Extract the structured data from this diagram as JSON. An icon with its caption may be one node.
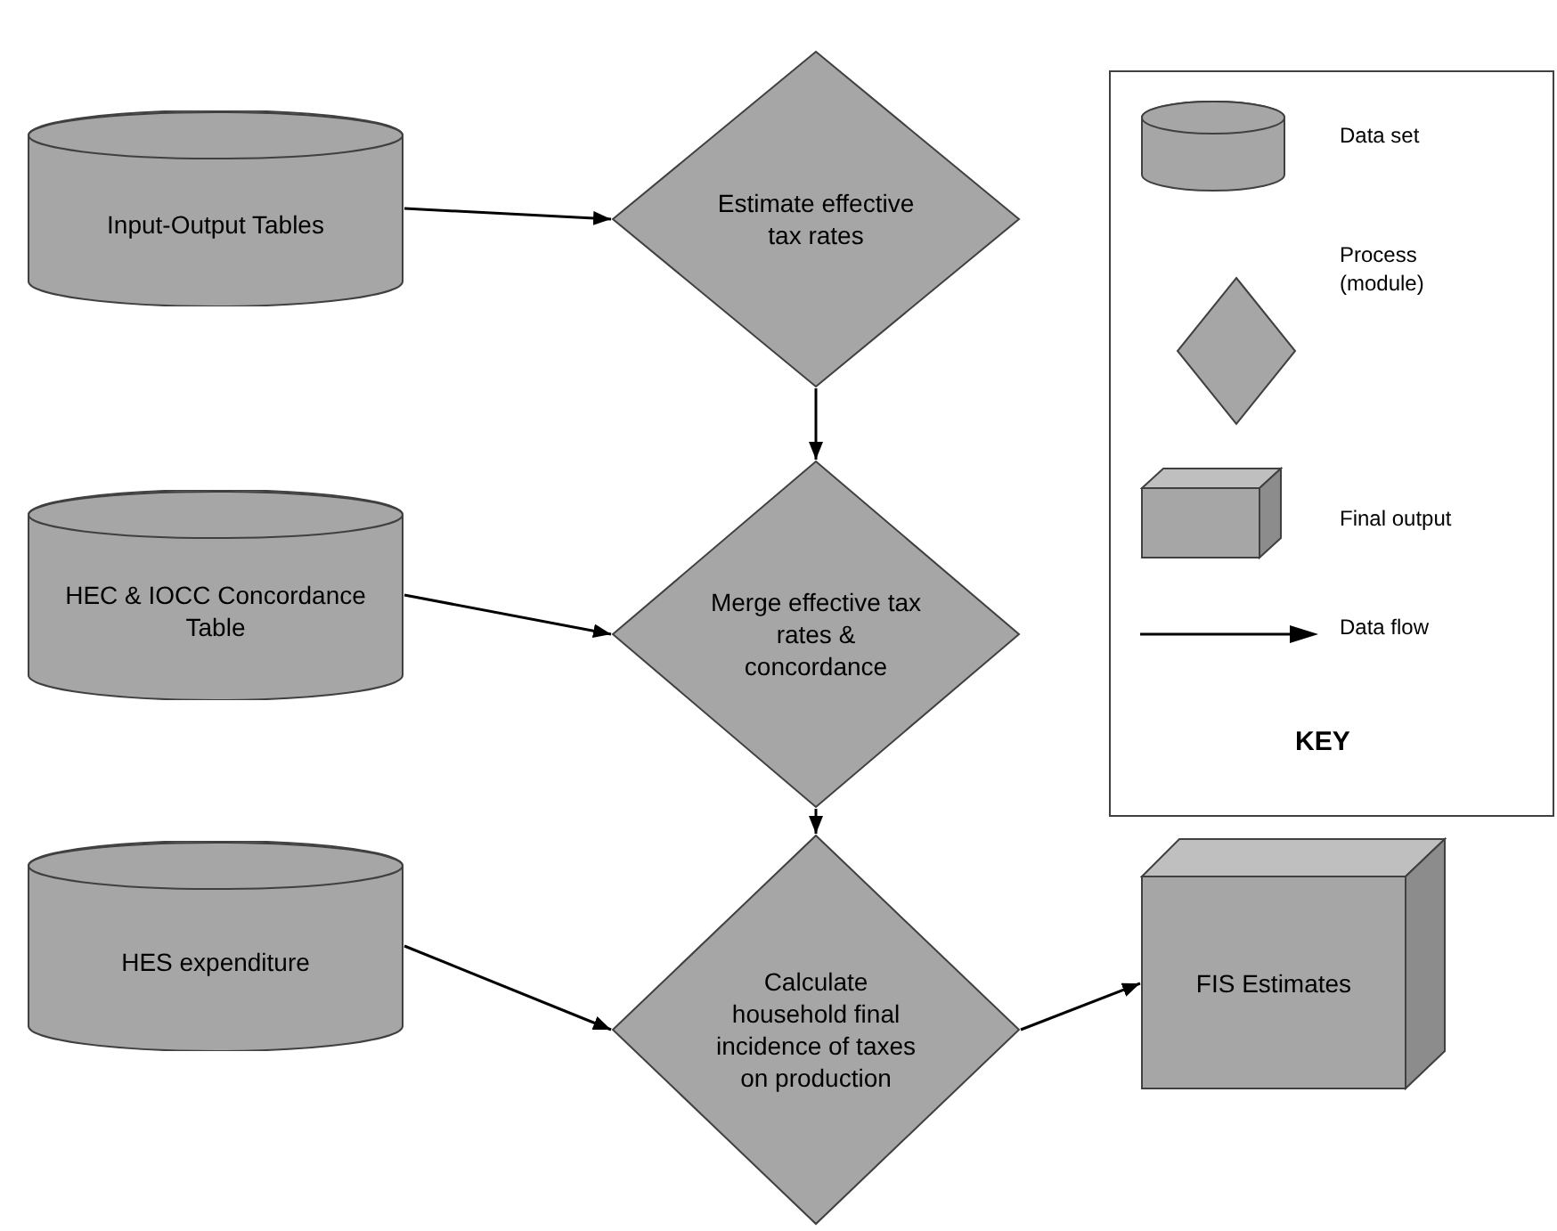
{
  "diagram": {
    "nodes": [
      {
        "text": [
          "Input-Output Tables"
        ]
      },
      {
        "text": [
          "Estimate effective tax rates"
        ]
      },
      {
        "text": [
          "HEC & IOCC Concordance Table"
        ]
      },
      {
        "text": [
          "Merge effective tax rates & concordance"
        ]
      },
      {
        "text": [
          "HES expenditure"
        ]
      },
      {
        "text": [
          "Calculate household final incidence of taxes on production"
        ]
      },
      {
        "text": [
          "FIS Estimates"
        ]
      }
    ],
    "edges": [
      {
        "from": 0,
        "to": 1,
        "arrow": "to"
      },
      {
        "from": 1,
        "to": 3,
        "arrow": "to"
      },
      {
        "from": 2,
        "to": 3,
        "arrow": "to"
      },
      {
        "from": 3,
        "to": 5,
        "arrow": "to"
      },
      {
        "from": 4,
        "to": 5,
        "arrow": "to"
      },
      {
        "from": 5,
        "to": 6,
        "arrow": "to"
      }
    ],
    "labels": [
      "KEY"
    ],
    "legend": [
      {
        "text": "Data set"
      },
      {
        "text": "Process (module)"
      },
      {
        "text": "Final output"
      },
      {
        "text": "Data flow"
      }
    ]
  }
}
